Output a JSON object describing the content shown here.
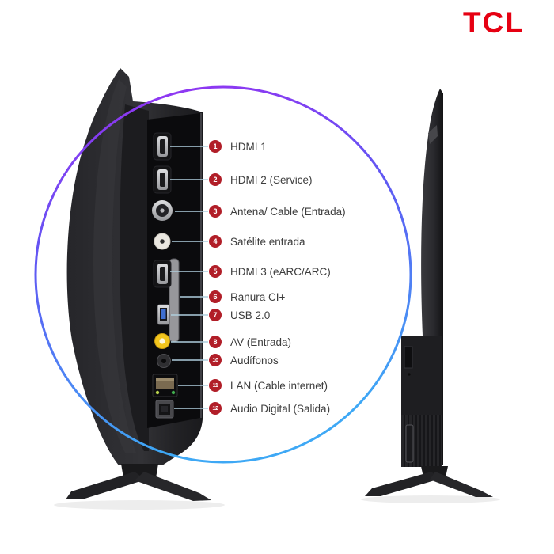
{
  "brand": {
    "logo": "TCL",
    "color": "#E60012"
  },
  "diagram": {
    "callouts": [
      {
        "num": "1",
        "label": "HDMI 1"
      },
      {
        "num": "2",
        "label": "HDMI 2 (Service)"
      },
      {
        "num": "3",
        "label": "Antena/ Cable (Entrada)"
      },
      {
        "num": "4",
        "label": "Satélite entrada"
      },
      {
        "num": "5",
        "label": "HDMI 3 (eARC/ARC)"
      },
      {
        "num": "6",
        "label": "Ranura CI+"
      },
      {
        "num": "7",
        "label": "USB 2.0"
      },
      {
        "num": "8",
        "label": "AV (Entrada)"
      },
      {
        "num": "10",
        "label": "Audífonos"
      },
      {
        "num": "11",
        "label": "LAN (Cable internet)"
      },
      {
        "num": "12",
        "label": "Audio Digital (Salida)"
      }
    ],
    "ports": [
      "hdmi-1",
      "hdmi-2",
      "antenna-coax",
      "satellite",
      "hdmi-3",
      "ci-plus-slot",
      "usb-2.0",
      "av-rca",
      "headphone-jack",
      "lan-rj45",
      "optical-audio"
    ]
  },
  "colors": {
    "badge": "#B11E28",
    "leader_line": "#AFCEDD",
    "ring_top": "#9B2EF2",
    "ring_mid": "#5F58F3",
    "ring_bottom": "#3EA8F5",
    "brand_red": "#E60012",
    "tv_body": "#2b2b2e",
    "ports_panel": "#0b0b0d"
  }
}
